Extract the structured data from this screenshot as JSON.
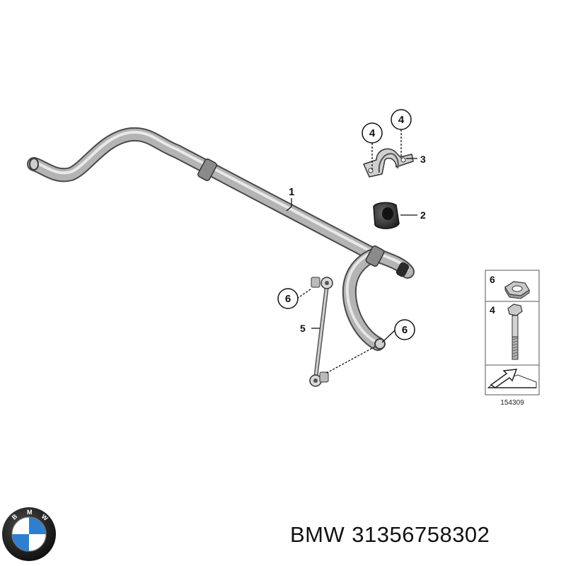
{
  "callouts": [
    {
      "id": "c1",
      "text": "1"
    },
    {
      "id": "c2",
      "text": "2"
    },
    {
      "id": "c3",
      "text": "3"
    },
    {
      "id": "c4a",
      "text": "4"
    },
    {
      "id": "c4b",
      "text": "4"
    },
    {
      "id": "c5",
      "text": "5"
    },
    {
      "id": "c6a",
      "text": "6"
    },
    {
      "id": "c6b",
      "text": "6"
    }
  ],
  "legend": {
    "items": [
      {
        "number": "6",
        "part": "nut"
      },
      {
        "number": "4",
        "part": "bolt"
      }
    ],
    "diagram_number": "154309"
  },
  "brand": {
    "name": "BMW",
    "part_number": "31356758302",
    "logo_letters": "BMW",
    "logo_colors": {
      "blue": "#2f7fd0",
      "white": "#ffffff",
      "ring": "#1a1a1a"
    }
  }
}
